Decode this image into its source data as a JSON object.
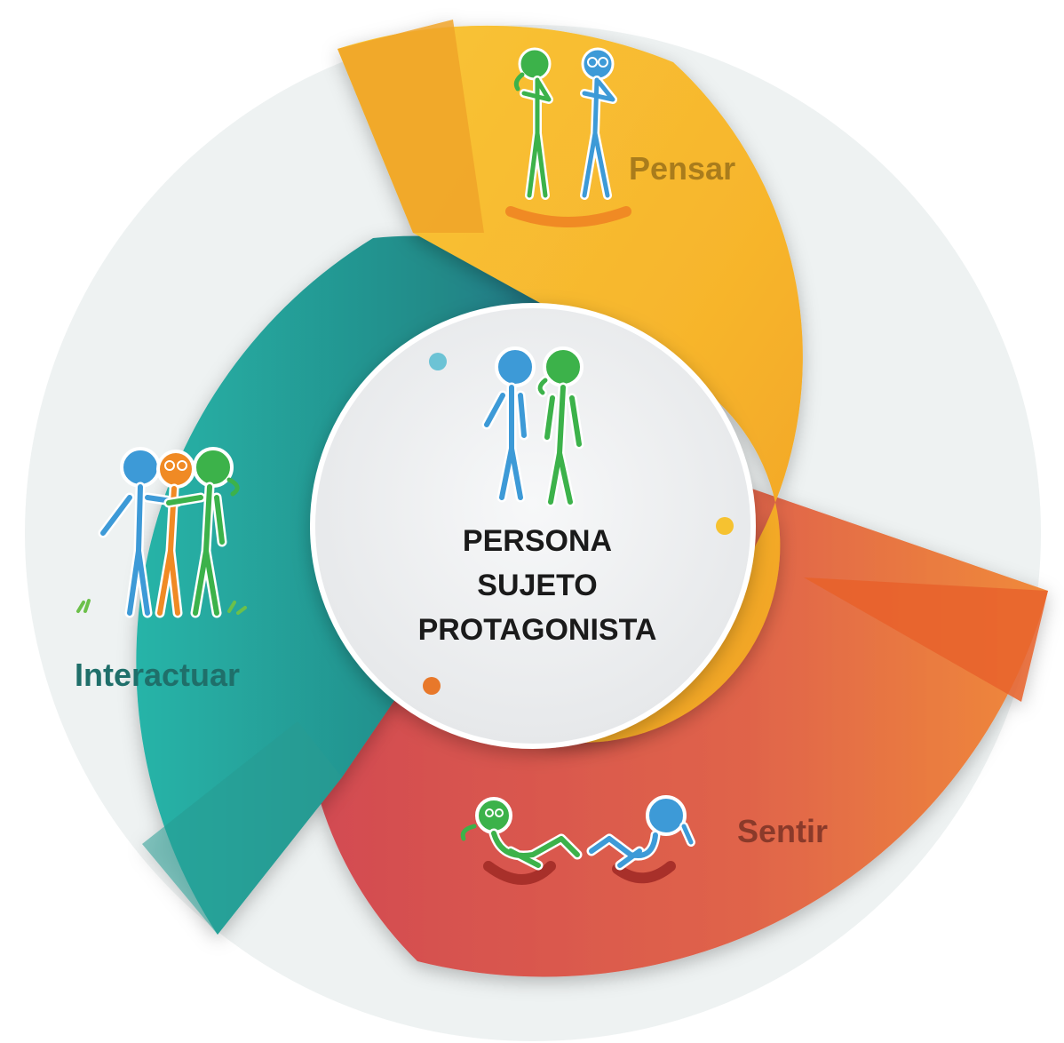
{
  "center": {
    "title_lines": [
      "PERSONA",
      "SUJETO",
      "PROTAGONISTA"
    ]
  },
  "segments": [
    {
      "label": "Pensar",
      "color": "#f7b52c",
      "label_color": "#a97c1c",
      "icon": "two-people-thinking-icon"
    },
    {
      "label": "Sentir",
      "color": "#dc5a4f",
      "label_color": "#8a3a2a",
      "icon": "two-people-reclining-icon"
    },
    {
      "label": "Interactuar",
      "color": "#23827f",
      "label_color": "#1f6f6a",
      "icon": "three-people-embracing-icon"
    }
  ],
  "colors": {
    "outer_ring": "#eef2f2",
    "center_disc": "#f2f3f4",
    "person_blue": "#3d9ad7",
    "person_green": "#3cb24a",
    "person_orange": "#f08a24",
    "dot_teal": "#6cc3d5",
    "dot_yellow": "#f6c230",
    "dot_orange": "#e8782a"
  }
}
